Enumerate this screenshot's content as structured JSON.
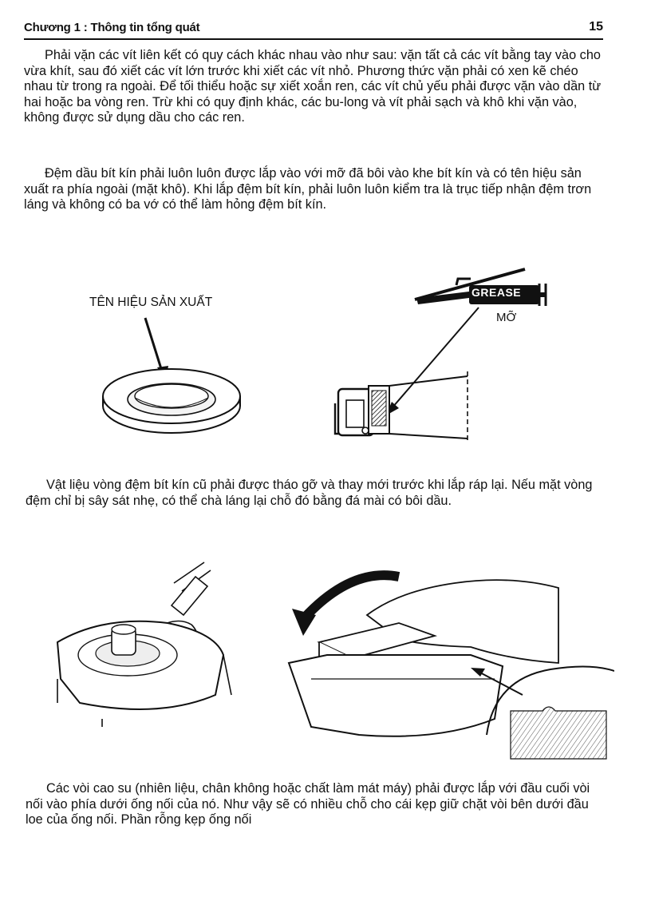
{
  "header": {
    "chapter_title": "Chương 1 : Thông tin tổng quát",
    "page_number": "15"
  },
  "paragraphs": {
    "p1": "Phải vặn các vít liên kết có quy cách khác nhau vào như sau: vặn tất cả các vít bằng tay vào cho vừa khít, sau đó xiết các vít lớn trước khi xiết các vít nhỏ. Phương thức vặn phải có xen kẽ chéo nhau từ trong ra ngoài. Để tối thiểu hoặc sự xiết xoắn ren, các vít chủ yếu phải được vặn vào dần từ hai hoặc ba vòng ren. Trừ khi có quy định khác, các bu-long và vít phải sạch và khô khi vặn vào, không được sử dụng dầu cho các ren.",
    "p2": "Đệm dầu bít kín phải luôn luôn được lắp vào với mỡ đã bôi vào khe bít kín và có tên hiệu sản xuất ra phía ngoài (mặt khô). Khi lắp đệm bít kín, phải luôn luôn kiểm tra là trục tiếp nhận đệm trơn láng và không có ba vớ có thể làm hỏng đệm bít kín.",
    "p3": "Vật liệu vòng đệm bít kín cũ phải được tháo gỡ và thay mới trước khi lắp ráp lại. Nếu mặt vòng đệm chỉ bị sây sát nhẹ, có thể chà láng lại chỗ đó bằng đá mài có bôi dầu.",
    "p4": "Các vòi cao su (nhiên liệu, chân không hoặc chất làm mát máy) phải được lắp với đầu cuối vòi nối vào phía dưới ống nối của nó. Như vậy sẽ có nhiều chỗ cho cái kẹp giữ chặt vòi bên dưới đầu loe của ống nối. Phần rỗng kẹp ống nối"
  },
  "figure1": {
    "label_manufacturer": "TÊN HIỆU SẢN XUẤT",
    "grease_tube_text": "GREASE",
    "label_grease": "MỠ"
  }
}
